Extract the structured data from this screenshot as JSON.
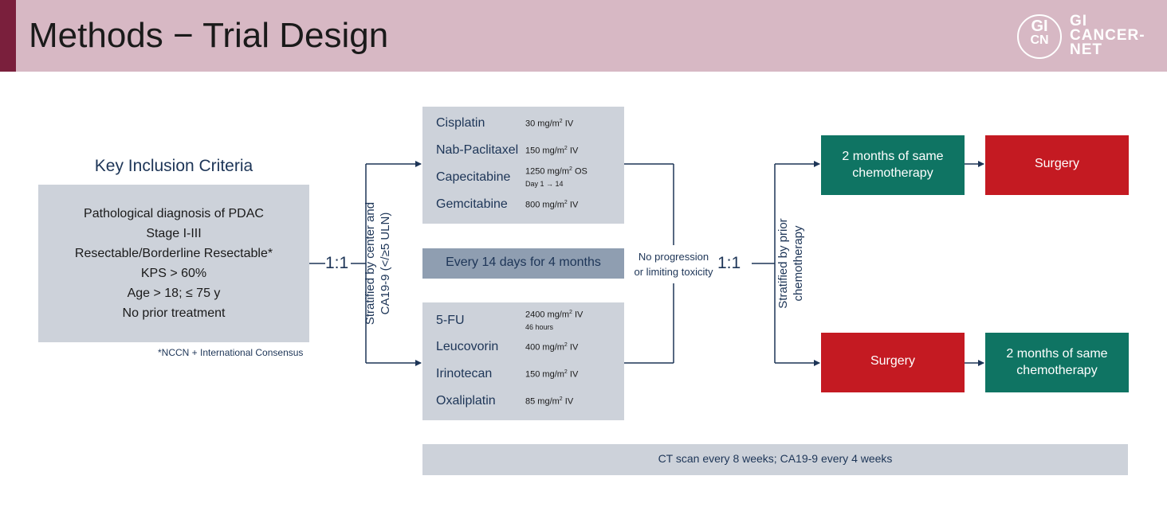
{
  "header": {
    "title": "Methods − Trial Design",
    "logo": {
      "mark_top": "GI",
      "mark_bottom": "CN",
      "text_line1": "GI",
      "text_line2": "CANCER-",
      "text_line3": "NET"
    }
  },
  "inclusion": {
    "title": "Key Inclusion Criteria",
    "items": [
      "Pathological diagnosis of PDAC",
      "Stage I-III",
      "Resectable/Borderline Resectable*",
      "KPS > 60%",
      "Age > 18; ≤ 75 y",
      "No prior treatment"
    ],
    "footnote": "*NCCN + International Consensus"
  },
  "randomization1": {
    "ratio": "1:1",
    "stratified_line1": "Stratified by center and",
    "stratified_line2": "CA19-9 (</≥5 ULN)"
  },
  "arm_a": {
    "drugs": [
      {
        "name": "Cisplatin",
        "dose_value": "30 mg/m",
        "dose_sup": "2",
        "dose_route": " IV",
        "note": ""
      },
      {
        "name": "Nab-Paclitaxel",
        "dose_value": "150 mg/m",
        "dose_sup": "2",
        "dose_route": " IV",
        "note": ""
      },
      {
        "name": "Capecitabine",
        "dose_value": "1250 mg/m",
        "dose_sup": "2",
        "dose_route": " OS",
        "note": "Day 1 → 14"
      },
      {
        "name": "Gemcitabine",
        "dose_value": "800 mg/m",
        "dose_sup": "2",
        "dose_route": " IV",
        "note": ""
      }
    ]
  },
  "schedule": "Every 14 days for 4 months",
  "arm_b": {
    "drugs": [
      {
        "name": "5-FU",
        "dose_value": "2400 mg/m",
        "dose_sup": "2",
        "dose_route": " IV",
        "note": "46 hours"
      },
      {
        "name": "Leucovorin",
        "dose_value": "400 mg/m",
        "dose_sup": "2",
        "dose_route": " IV",
        "note": ""
      },
      {
        "name": "Irinotecan",
        "dose_value": "150 mg/m",
        "dose_sup": "2",
        "dose_route": " IV",
        "note": ""
      },
      {
        "name": "Oxaliplatin",
        "dose_value": "85 mg/m",
        "dose_sup": "2",
        "dose_route": " IV",
        "note": ""
      }
    ]
  },
  "condition": {
    "line1": "No progression",
    "line2": "or limiting toxicity"
  },
  "randomization2": {
    "ratio": "1:1",
    "stratified_line1": "Stratified by prior",
    "stratified_line2": "chemotherapy"
  },
  "outcomes": {
    "top_first": {
      "line1": "2 months of same",
      "line2": "chemotherapy"
    },
    "top_second": "Surgery",
    "bottom_first": "Surgery",
    "bottom_second": {
      "line1": "2 months of same",
      "line2": "chemotherapy"
    }
  },
  "monitoring": "CT scan every 8 weeks; CA19-9 every 4 weeks",
  "colors": {
    "header": "#d7b8c4",
    "header_accent": "#7a1f3c",
    "box": "#cdd2da",
    "schedule_box": "#8f9eb1",
    "navy": "#1d3557",
    "green": "#0f7463",
    "red": "#c41a22"
  }
}
